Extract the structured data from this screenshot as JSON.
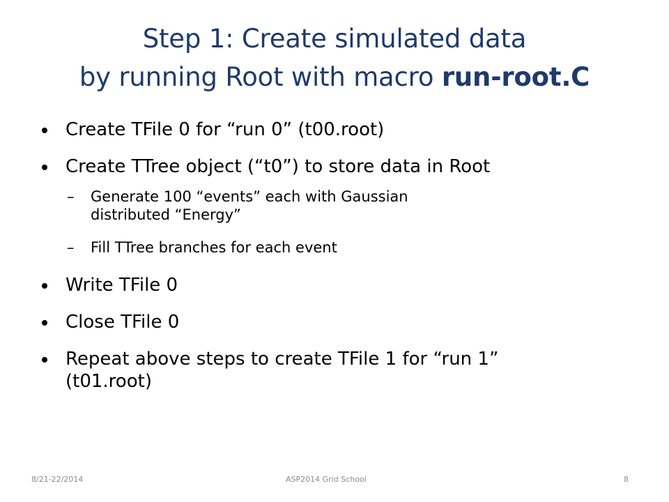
{
  "title": {
    "line1": "Step 1: Create simulated data",
    "line2_prefix": "by running Root with macro ",
    "line2_bold": "run-root.C"
  },
  "bullets": {
    "b1": "Create TFile 0 for “run 0” (t00.root)",
    "b2": "Create TTree object (“t0”) to store data in Root",
    "b2_sub1_line1": "Generate 100 “events” each with Gaussian",
    "b2_sub1_line2": "distributed “Energy”",
    "b2_sub2": "Fill TTree branches for each event",
    "b3": "Write TFile 0",
    "b4": "Close TFile 0",
    "b5_line1": "Repeat  above steps to create TFile 1 for “run 1”",
    "b5_line2": "(t01.root)",
    "dash_symbol": "–"
  },
  "footer": {
    "date": "8/21-22/2014",
    "center": "ASP2014 Grid School",
    "page": "8"
  },
  "colors": {
    "title": "#1f3a6b",
    "text": "#000000",
    "footer": "#8a8a8a"
  }
}
